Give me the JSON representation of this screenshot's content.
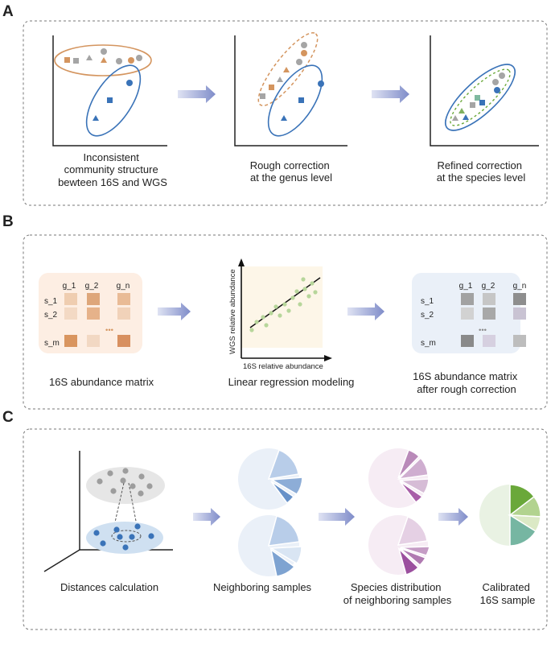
{
  "panels": [
    {
      "letter": "A",
      "labels": [
        [
          "Inconsistent",
          "community structure",
          "bewteen 16S and WGS"
        ],
        [
          "Rough correction",
          "at the genus level"
        ],
        [
          "Refined correction",
          "at the species level"
        ]
      ]
    },
    {
      "letter": "B",
      "matrix_left": {
        "col_headers": [
          "g_1",
          "g_2",
          "g_n"
        ],
        "row_headers": [
          "s_1",
          "s_2",
          "s_m"
        ],
        "ellipsis": "•••",
        "caption": "16S abundance matrix"
      },
      "regression": {
        "ylabel": "WGS relative abundance",
        "xlabel": "16S relative abundance",
        "caption": "Linear regression modeling"
      },
      "matrix_right": {
        "col_headers": [
          "g_1",
          "g_2",
          "g_n"
        ],
        "row_headers": [
          "s_1",
          "s_2",
          "s_m"
        ],
        "ellipsis": "•••",
        "caption": [
          "16S abundance matrix",
          "after rough correction"
        ]
      }
    },
    {
      "letter": "C",
      "captions": [
        [
          "Distances calculation"
        ],
        [
          "Neighboring samples"
        ],
        [
          "Species distribution",
          "of neighboring samples"
        ],
        [
          "Calibrated",
          "16S sample"
        ]
      ]
    }
  ],
  "colors": {
    "orange": "#d4955f",
    "blue": "#3a73b8",
    "gray": "#a5a5a5",
    "arrow": "#8a96d0",
    "green": "#6aa83a",
    "purple": "#9b4f9e"
  }
}
